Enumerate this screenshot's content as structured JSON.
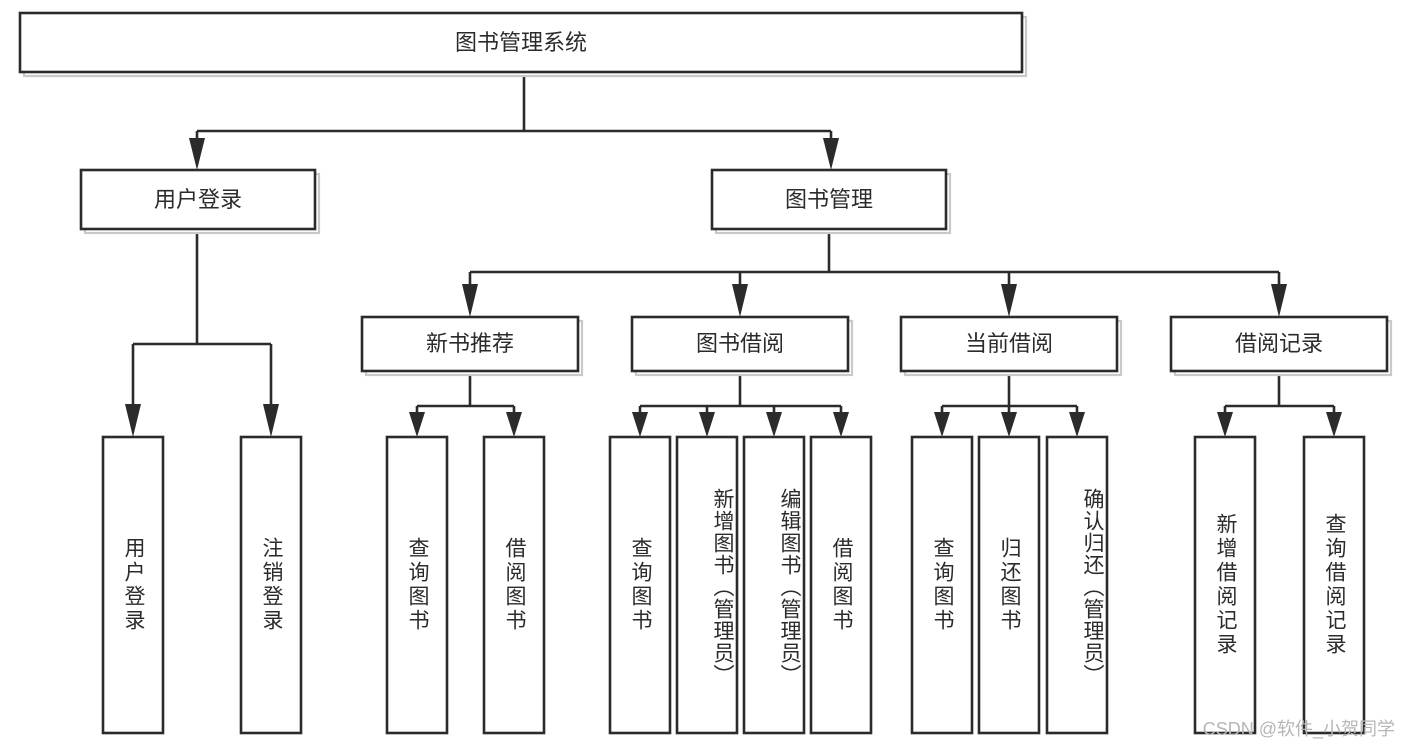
{
  "diagram": {
    "type": "tree-hierarchy-flowchart",
    "title": "图书管理系统",
    "orientation": "top-down",
    "colors": {
      "box_stroke": "#2b2b2b",
      "box_fill": "#ffffff",
      "connector": "#2b2b2b",
      "background": "#ffffff",
      "watermark": "#b6b6b6"
    },
    "root": {
      "id": "root",
      "label": "图书管理系统",
      "orientation": "horizontal"
    },
    "level2": [
      {
        "id": "user-login",
        "label": "用户登录",
        "orientation": "horizontal"
      },
      {
        "id": "book-management",
        "label": "图书管理",
        "orientation": "horizontal"
      }
    ],
    "level3": [
      {
        "id": "new-book-recommend",
        "label": "新书推荐",
        "orientation": "horizontal",
        "parent": "book-management"
      },
      {
        "id": "book-borrow",
        "label": "图书借阅",
        "orientation": "horizontal",
        "parent": "book-management"
      },
      {
        "id": "current-borrow",
        "label": "当前借阅",
        "orientation": "horizontal",
        "parent": "book-management"
      },
      {
        "id": "borrow-record",
        "label": "借阅记录",
        "orientation": "horizontal",
        "parent": "book-management"
      }
    ],
    "leaves": {
      "user-login": [
        {
          "id": "leaf-user-login",
          "label": "用户登录",
          "orientation": "vertical"
        },
        {
          "id": "leaf-logout",
          "label": "注销登录",
          "orientation": "vertical"
        }
      ],
      "new-book-recommend": [
        {
          "id": "leaf-query-book-1",
          "label": "查询图书",
          "orientation": "vertical"
        },
        {
          "id": "leaf-borrow-book-1",
          "label": "借阅图书",
          "orientation": "vertical"
        }
      ],
      "book-borrow": [
        {
          "id": "leaf-query-book-2",
          "label": "查询图书",
          "orientation": "vertical"
        },
        {
          "id": "leaf-add-book",
          "label": "新增图书（管理员）",
          "orientation": "vertical"
        },
        {
          "id": "leaf-edit-book",
          "label": "编辑图书（管理员）",
          "orientation": "vertical"
        },
        {
          "id": "leaf-borrow-book-2",
          "label": "借阅图书",
          "orientation": "vertical"
        }
      ],
      "current-borrow": [
        {
          "id": "leaf-query-book-3",
          "label": "查询图书",
          "orientation": "vertical"
        },
        {
          "id": "leaf-return-book",
          "label": "归还图书",
          "orientation": "vertical"
        },
        {
          "id": "leaf-confirm-return",
          "label": "确认归还（管理员）",
          "orientation": "vertical"
        }
      ],
      "borrow-record": [
        {
          "id": "leaf-add-record",
          "label": "新增借阅记录",
          "orientation": "vertical"
        },
        {
          "id": "leaf-query-record",
          "label": "查询借阅记录",
          "orientation": "vertical"
        }
      ]
    }
  },
  "watermark": {
    "text": "CSDN @软件_小贺同学"
  }
}
